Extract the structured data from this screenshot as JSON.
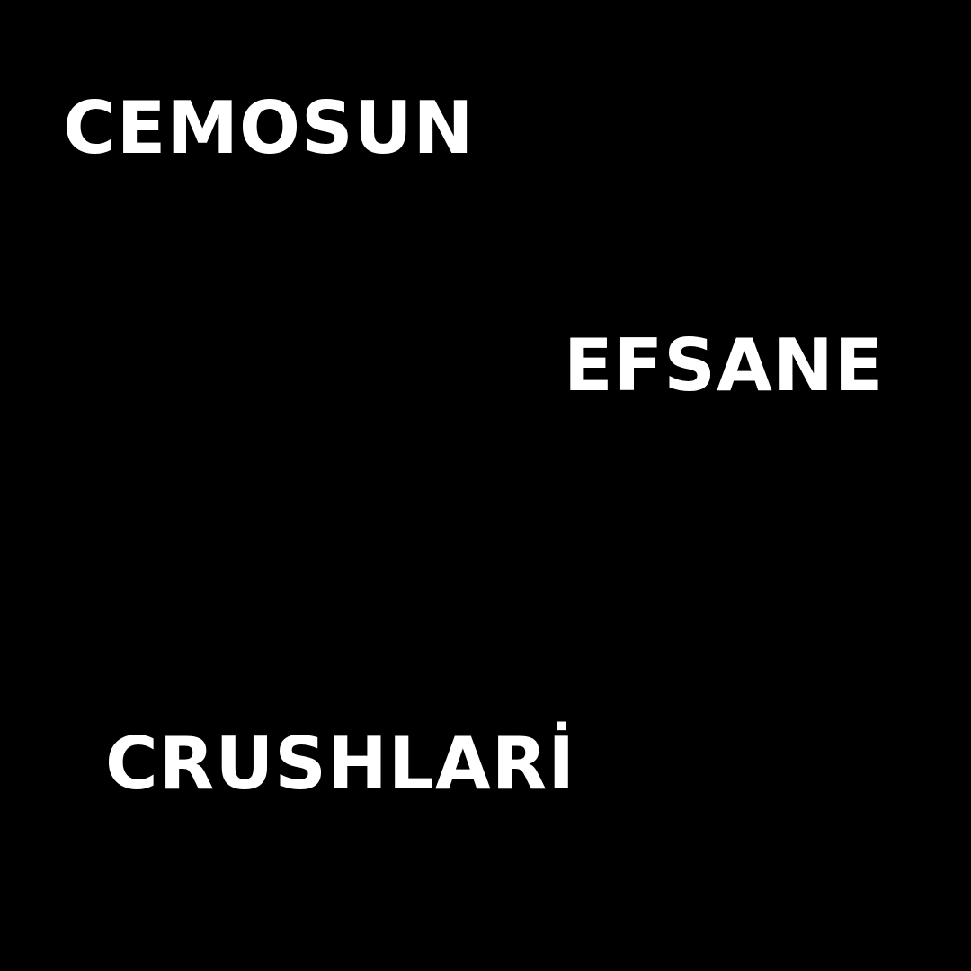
{
  "words": [
    "CEMOSUN",
    "EFSANE",
    "CRUSHLARİ"
  ],
  "colors": {
    "background": "#000000",
    "text": "#ffffff"
  }
}
